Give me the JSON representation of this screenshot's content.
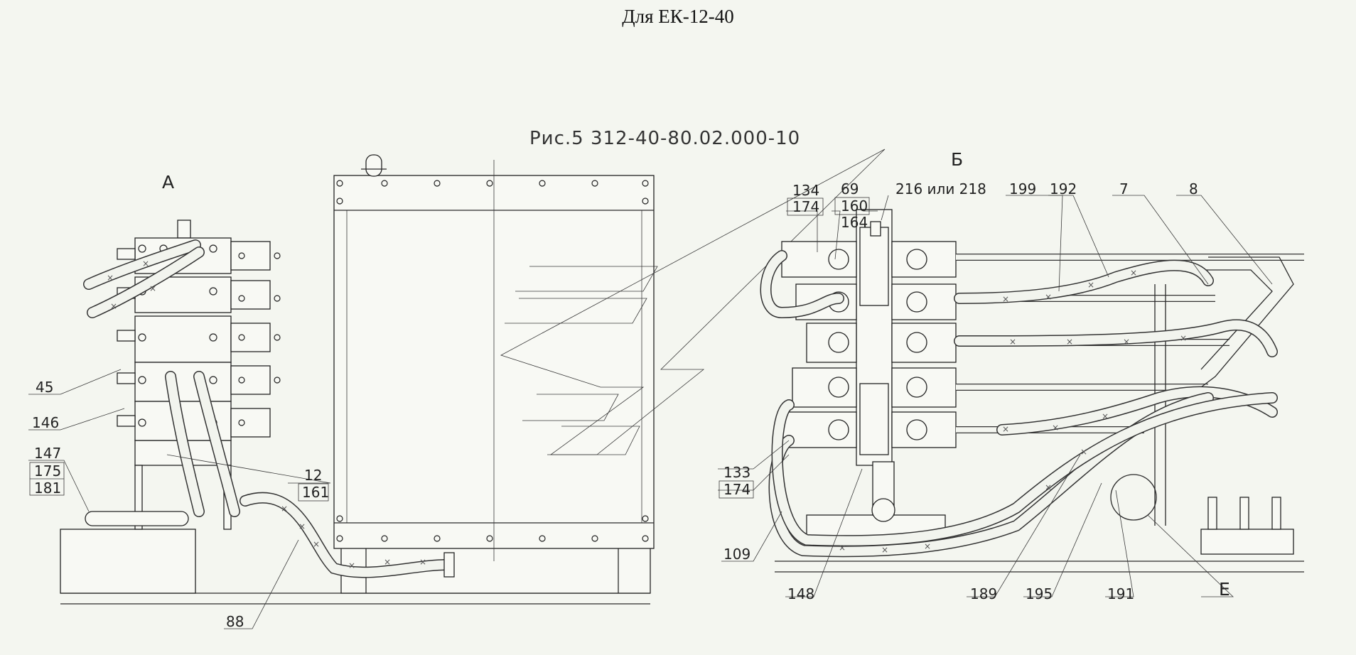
{
  "header": {
    "title": "Для ЕК-12-40"
  },
  "figure": {
    "caption": "Рис.5  312-40-80.02.000-10"
  },
  "views": {
    "a": "А",
    "b": "Б",
    "e": "Е"
  },
  "callouts": {
    "c134": "134",
    "c174a": "174",
    "c69": "69",
    "c160": "160",
    "c164": "164",
    "c216": "216 или 218",
    "c199": "199",
    "c192": "192",
    "c7": "7",
    "c8": "8",
    "c45": "45",
    "c146": "146",
    "c147": "147",
    "c175": "175",
    "c181": "181",
    "c12": "12",
    "c161": "161",
    "c88": "88",
    "c133": "133",
    "c174b": "174",
    "c109": "109",
    "c148": "148",
    "c189": "189",
    "c195": "195",
    "c191": "191"
  }
}
